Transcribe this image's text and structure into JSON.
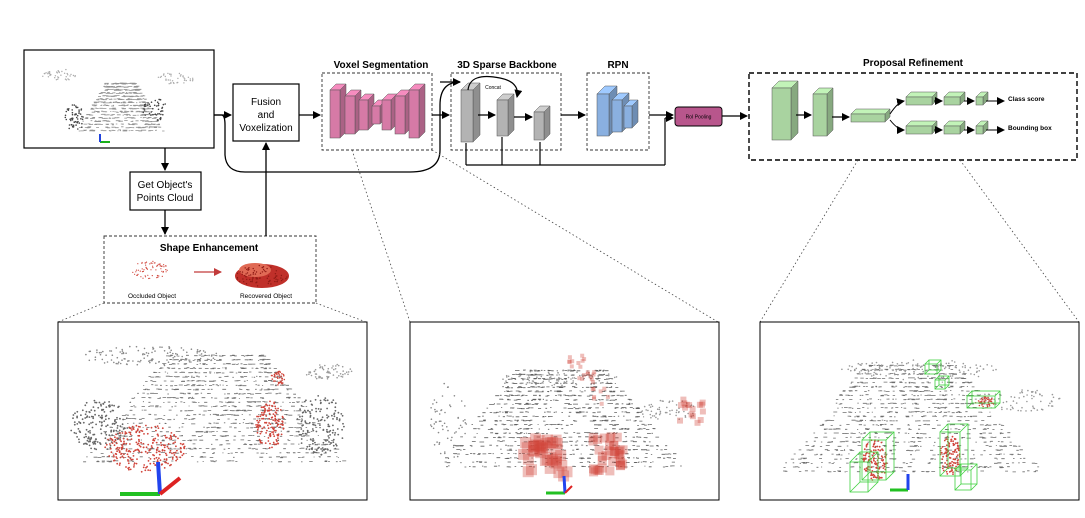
{
  "diagram": {
    "stages": {
      "fusion": [
        "Fusion",
        "and",
        "Voxelization"
      ],
      "get_points": [
        "Get Object's",
        "Points Cloud"
      ],
      "shape_enhancement": {
        "title": "Shape Enhancement",
        "occluded": "Occluded Object",
        "recovered": "Recovered Object"
      },
      "voxel_segmentation": "Voxel Segmentation",
      "backbone": {
        "title": "3D Sparse Backbone",
        "concat": "Concat"
      },
      "rpn": "RPN",
      "roi_pooling": "RoI Pooling",
      "proposal_refinement": {
        "title": "Proposal Refinement",
        "class_score": "Class score",
        "bounding_box": "Bounding box"
      }
    },
    "colors": {
      "voxel_seg_blocks": "#d67aa6",
      "backbone_blocks": "#b3b3b3",
      "rpn_blocks": "#8ab0e0",
      "roi_pooling": "#b8568c",
      "refinement_blocks": "#a9d3a0",
      "red_points": "#d0443a",
      "green_boxes": "#3fd13f"
    }
  }
}
